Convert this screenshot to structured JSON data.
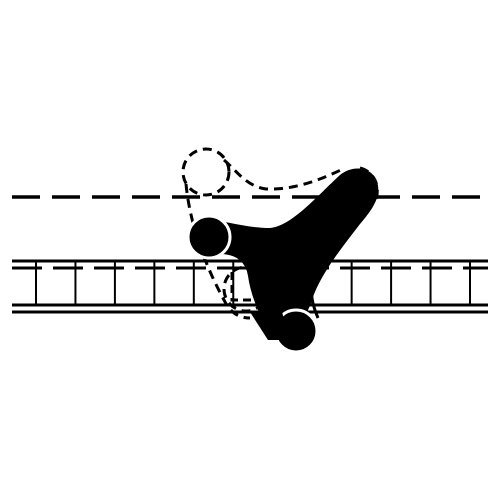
{
  "diagram": {
    "type": "mechanical-icon",
    "style": "black line art on white background",
    "colors": {
      "background": "#ffffff",
      "ink": "#000000"
    },
    "elements": [
      "dashed-guide-line",
      "ladder-track",
      "solid-arm",
      "dashed-arm-outline"
    ],
    "ladder": {
      "rung_count": 12
    }
  }
}
